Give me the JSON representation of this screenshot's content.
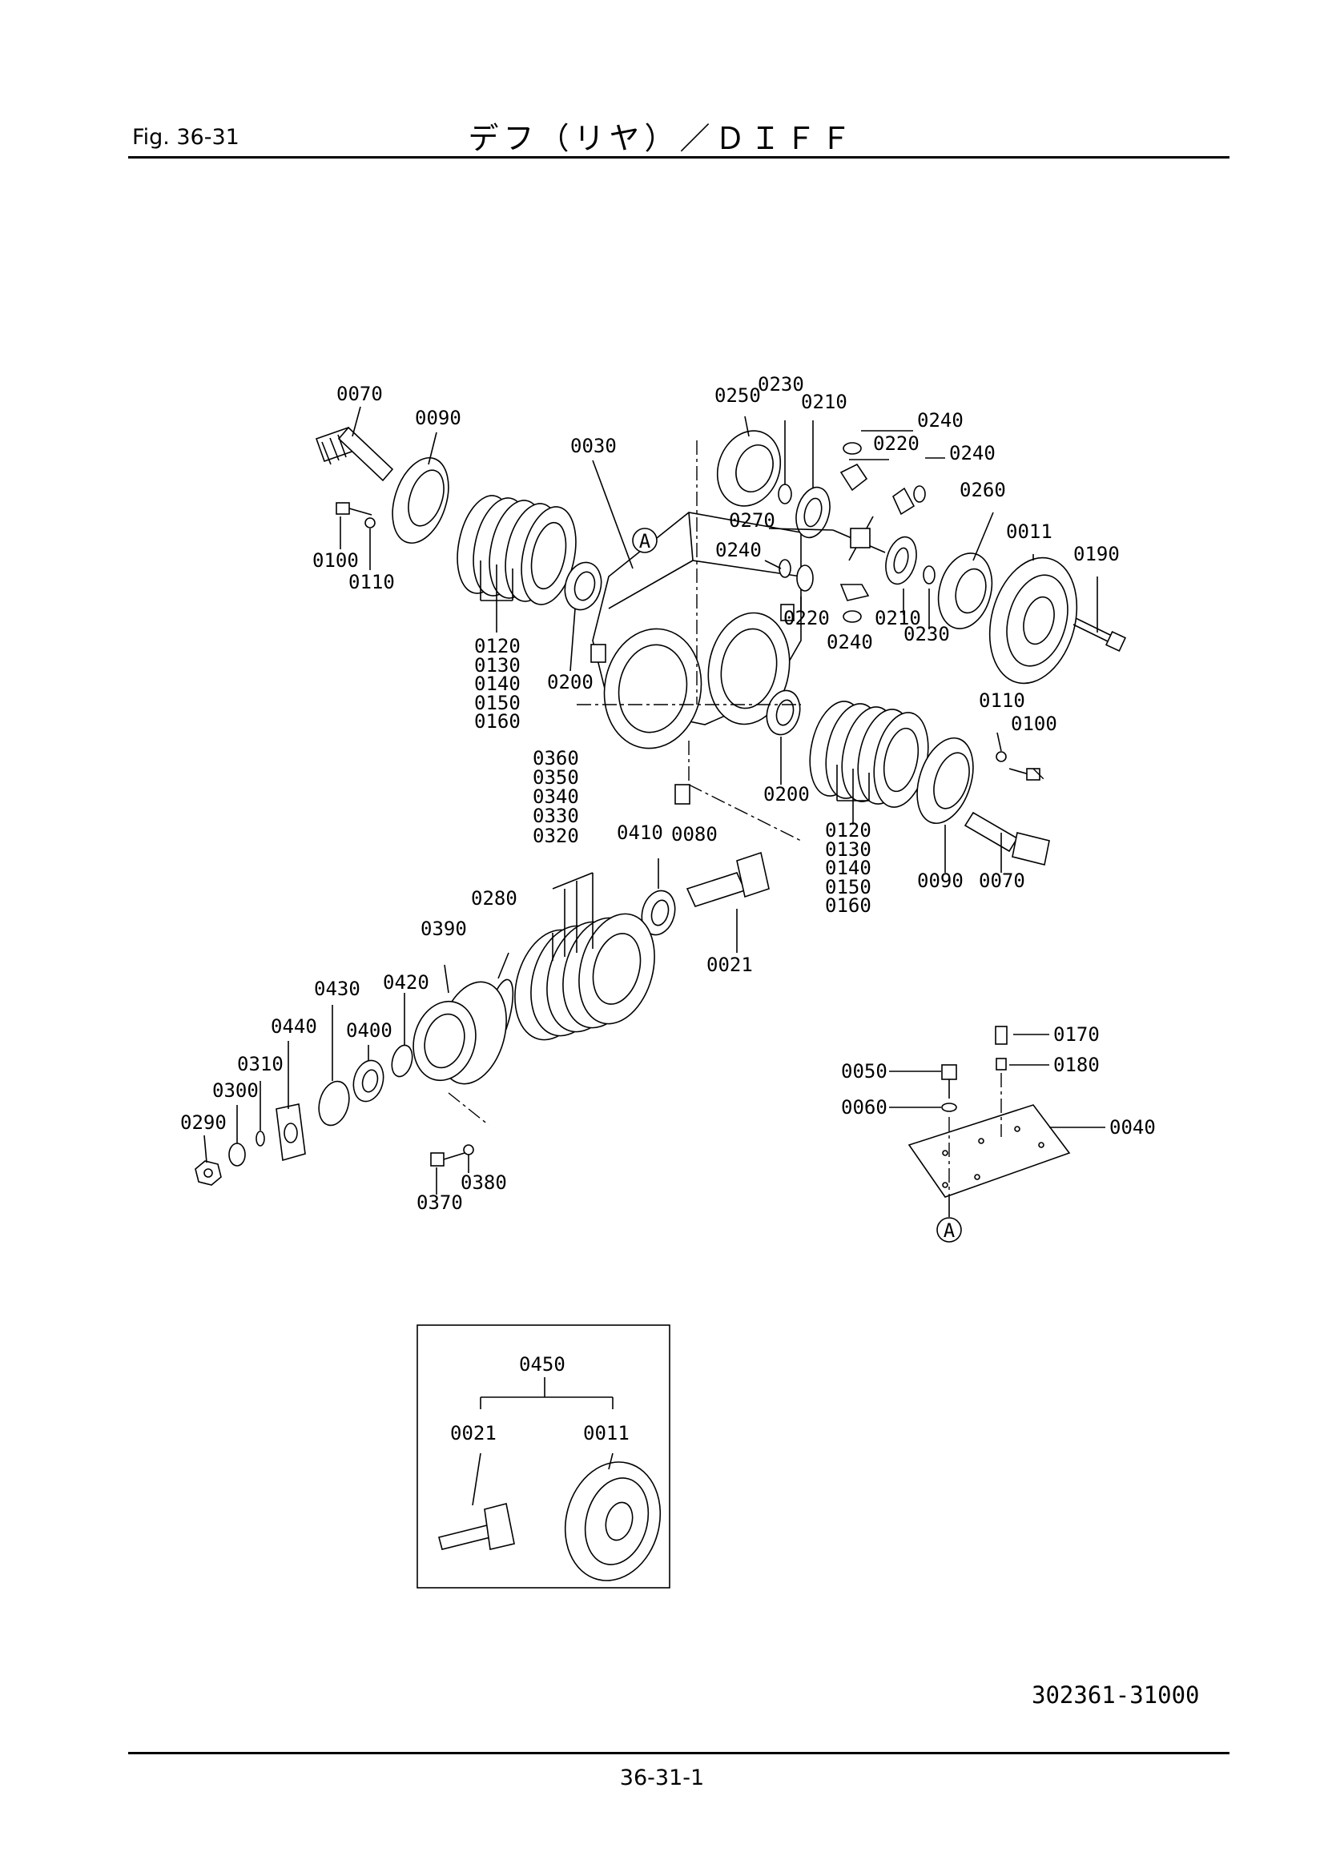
{
  "header": {
    "fig_label": "Fig.  36-31",
    "title": "デフ（リヤ）／ＤＩＦＦ"
  },
  "footer": {
    "drawing_number": "302361-31000",
    "page_number": "36-31-1"
  },
  "labels": {
    "p0070a": "0070",
    "p0090a": "0090",
    "p0100a": "0100",
    "p0110a": "0110",
    "p0030": "0030",
    "p0120a": "0120",
    "p0130a": "0130",
    "p0140a": "0140",
    "p0150a": "0150",
    "p0160a": "0160",
    "p0200a": "0200",
    "p0250": "0250",
    "p0230a": "0230",
    "p0210a": "0210",
    "p0240a": "0240",
    "p0220a": "0220",
    "p0240b": "0240",
    "p0260": "0260",
    "p0011a": "0011",
    "p0190": "0190",
    "p0270": "0270",
    "p0240c": "0240",
    "p0220b": "0220",
    "p0210b": "0210",
    "p0230b": "0230",
    "p0240d": "0240",
    "p0110b": "0110",
    "p0100b": "0100",
    "p0200b": "0200",
    "p0080": "0080",
    "p0120b": "0120",
    "p0130b": "0130",
    "p0140b": "0140",
    "p0150b": "0150",
    "p0160b": "0160",
    "p0090b": "0090",
    "p0070b": "0070",
    "p0360": "0360",
    "p0350": "0350",
    "p0340": "0340",
    "p0330": "0330",
    "p0320": "0320",
    "p0410": "0410",
    "p0021a": "0021",
    "p0280": "0280",
    "p0390": "0390",
    "p0430": "0430",
    "p0420": "0420",
    "p0440": "0440",
    "p0400": "0400",
    "p0310": "0310",
    "p0300": "0300",
    "p0290": "0290",
    "p0370": "0370",
    "p0380": "0380",
    "p0170": "0170",
    "p0180": "0180",
    "p0050": "0050",
    "p0060": "0060",
    "p0040": "0040",
    "callout_a1": "A",
    "callout_a2": "A",
    "p0450": "0450",
    "p0021b": "0021",
    "p0011b": "0011"
  }
}
